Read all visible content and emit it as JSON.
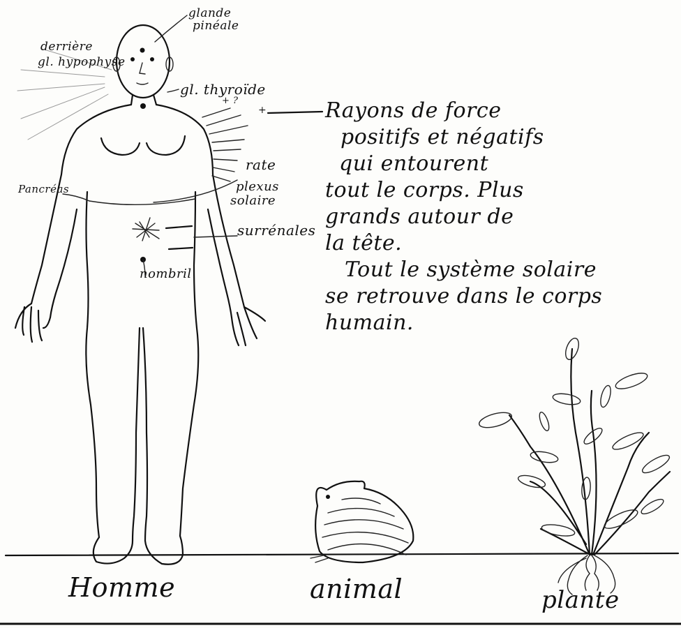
{
  "labels": {
    "glande_pineale": [
      "glande",
      "pinéale"
    ],
    "derriere_hypophyse": [
      "derrière",
      "gl. hypophyse"
    ],
    "thyroide": "gl. thyroïde",
    "rate": "rate",
    "plexus_solaire": [
      "plexus",
      "solaire"
    ],
    "pancreas": "Pancréas",
    "surrenales": "surrénales",
    "nombril": "nombril",
    "charges": [
      "+ ?",
      "+"
    ]
  },
  "note": [
    "Rayons de force",
    "positifs et négatifs",
    "qui entourent",
    "tout le corps. Plus",
    "grands autour de",
    "la tête.",
    "Tout le système solaire",
    "se retrouve dans le corps",
    "humain."
  ],
  "captions": {
    "homme": "Homme",
    "animal": "animal",
    "plante": "plante"
  }
}
